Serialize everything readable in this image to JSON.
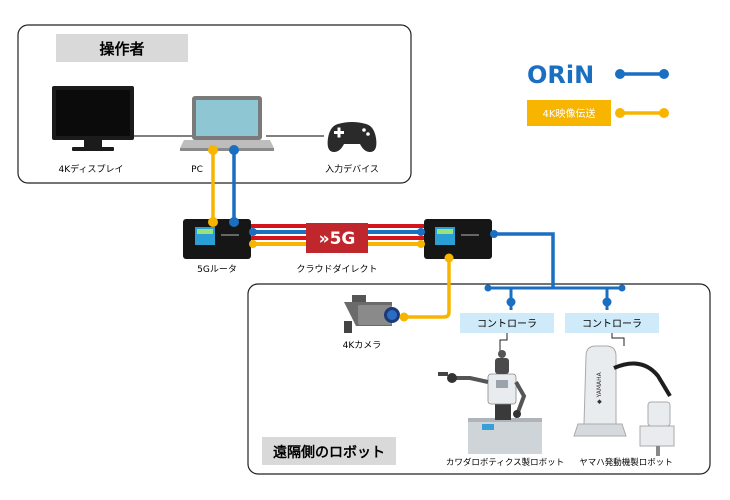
{
  "operator": {
    "title": "操作者"
  },
  "remote": {
    "title": "遠隔側のロボット"
  },
  "legend": {
    "orin": "ORiN",
    "video": "4K映像伝送"
  },
  "devices": {
    "display": "4Kディスプレイ",
    "pc": "PC",
    "input": "入力デバイス",
    "router": "5Gルータ",
    "cloud": "クラウドダイレクト",
    "camera": "4Kカメラ",
    "robot1": "カワダロボティクス製ロボット",
    "robot2": "ヤマハ発動機製ロボット"
  },
  "badge": {
    "text": "»5G"
  },
  "controllers": [
    "コントローラ",
    "コントローラ"
  ],
  "colors": {
    "orin": "#1a6fc0",
    "video": "#f7b500",
    "link_red": "#d3141b",
    "badge": "#c0272d",
    "controller_bg": "#cfeaf8"
  }
}
